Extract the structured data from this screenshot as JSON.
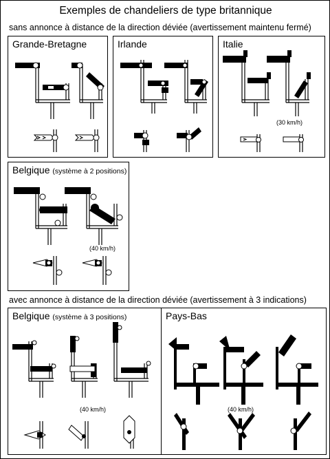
{
  "title": "Exemples de chandeliers de type britannique",
  "section1": "sans annonce à distance de la direction déviée (avertissement maintenu fermé)",
  "section2": "avec annonce à distance de la direction déviée (avertissement à 3 indications)",
  "panels": {
    "uk": {
      "name": "Grande-Bretagne"
    },
    "ireland": {
      "name": "Irlande"
    },
    "italy": {
      "name": "Italie",
      "speed": "(30 km/h)"
    },
    "belgium2": {
      "name": "Belgique",
      "note": "(système à 2 positions)",
      "speed": "(40 km/h)"
    },
    "belgium3": {
      "name": "Belgique",
      "note": "(système à 3 positions)",
      "speed": "(40 km/h)"
    },
    "netherlands": {
      "name": "Pays-Bas",
      "speed": "(40 km/h)"
    }
  }
}
